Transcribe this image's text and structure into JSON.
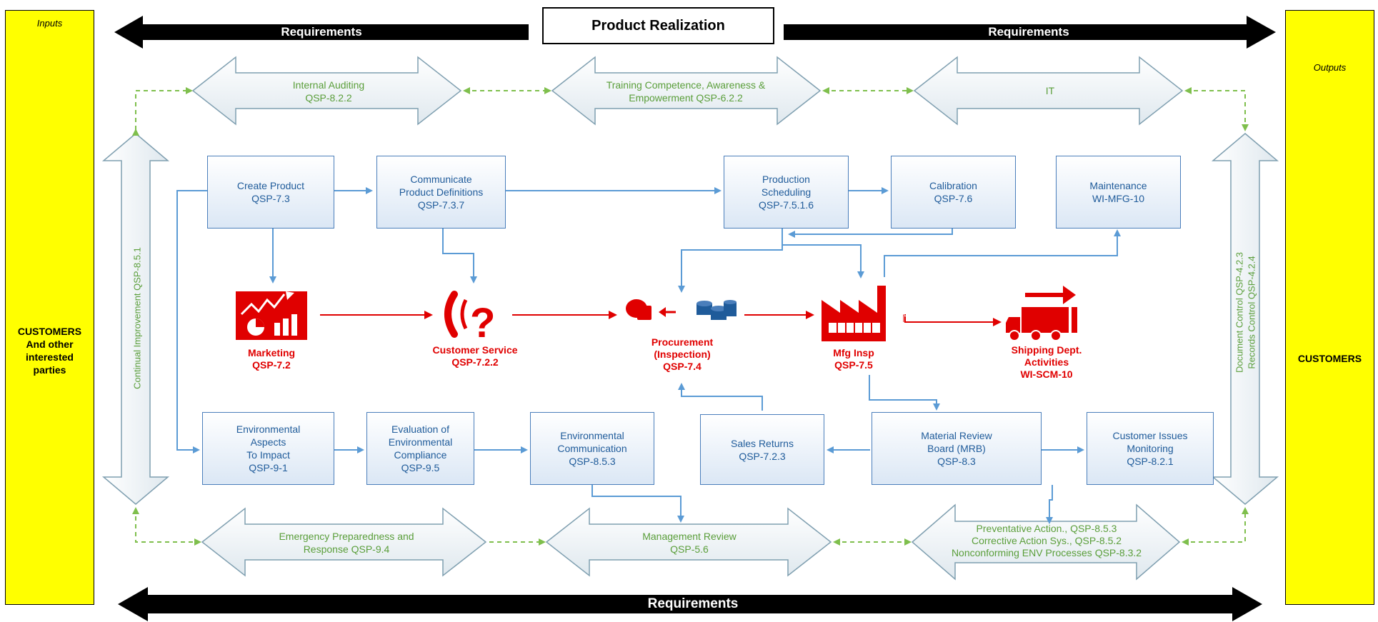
{
  "title": "Product Realization",
  "requirements": {
    "top_left": "Requirements",
    "top_right": "Requirements",
    "bottom": "Requirements"
  },
  "inputs": {
    "heading": "Inputs",
    "line1": "CUSTOMERS",
    "line2": "And other",
    "line3": "interested",
    "line4": "parties"
  },
  "outputs": {
    "heading": "Outputs",
    "label": "CUSTOMERS"
  },
  "top_arrows": {
    "auditing": {
      "line1": "Internal Auditing",
      "line2": "QSP-8.2.2"
    },
    "training": {
      "line1": "Training Competence, Awareness &",
      "line2": "Empowerment QSP-6.2.2"
    },
    "it": {
      "line1": "IT"
    }
  },
  "bottom_arrows": {
    "emergency": {
      "line1": "Emergency Preparedness and",
      "line2": "Response QSP-9.4"
    },
    "management": {
      "line1": "Management Review",
      "line2": "QSP-5.6"
    },
    "preventative": {
      "line1": "Preventative Action., QSP-8.5.3",
      "line2": "Corrective Action Sys., QSP-8.5.2",
      "line3": "Nonconforming ENV Processes QSP-8.3.2"
    }
  },
  "side_arrows": {
    "left": "Continual Improvement QSP-8.5.1",
    "right1": "Document Control QSP-4.2.3",
    "right2": "Records Control QSP-4.2.4"
  },
  "top_boxes": {
    "create_product": {
      "line1": "Create Product",
      "line2": "QSP-7.3"
    },
    "communicate": {
      "line1": "Communicate",
      "line2": "Product Definitions",
      "line3": "QSP-7.3.7"
    },
    "production": {
      "line1": "Production",
      "line2": "Scheduling",
      "line3": "QSP-7.5.1.6"
    },
    "calibration": {
      "line1": "Calibration",
      "line2": "QSP-7.6"
    },
    "maintenance": {
      "line1": "Maintenance",
      "line2": "WI-MFG-10"
    }
  },
  "middle": {
    "marketing": {
      "line1": "Marketing",
      "line2": "QSP-7.2"
    },
    "customer_service": {
      "line1": "Customer Service",
      "line2": "QSP-7.2.2"
    },
    "procurement": {
      "line1": "Procurement",
      "line2": "(Inspection)",
      "line3": "QSP-7.4"
    },
    "mfg_insp": {
      "line1": "Mfg Insp",
      "line2": "QSP-7.5"
    },
    "shipping": {
      "line1": "Shipping Dept.",
      "line2": "Activities",
      "line3": "WI-SCM-10"
    }
  },
  "bottom_boxes": {
    "env_aspects": {
      "line1": "Environmental",
      "line2": "Aspects",
      "line3": "To Impact",
      "line4": "QSP-9-1"
    },
    "evaluation": {
      "line1": "Evaluation of",
      "line2": "Environmental",
      "line3": "Compliance",
      "line4": "QSP-9.5"
    },
    "env_comm": {
      "line1": "Environmental",
      "line2": "Communication",
      "line3": "QSP-8.5.3"
    },
    "sales_returns": {
      "line1": "Sales Returns",
      "line2": "QSP-7.2.3"
    },
    "mrb": {
      "line1": "Material Review",
      "line2": "Board (MRB)",
      "line3": "QSP-8.3"
    },
    "customer_issues": {
      "line1": "Customer Issues",
      "line2": "Monitoring",
      "line3": "QSP-8.2.1"
    }
  },
  "colors": {
    "side_panel": "#ffff00",
    "process_red": "#e00000",
    "process_blue": "#1f5b9a",
    "support_green": "#5a9e3a",
    "connector_blue": "#5b9bd5",
    "dashed_green": "#7fbf4d"
  }
}
